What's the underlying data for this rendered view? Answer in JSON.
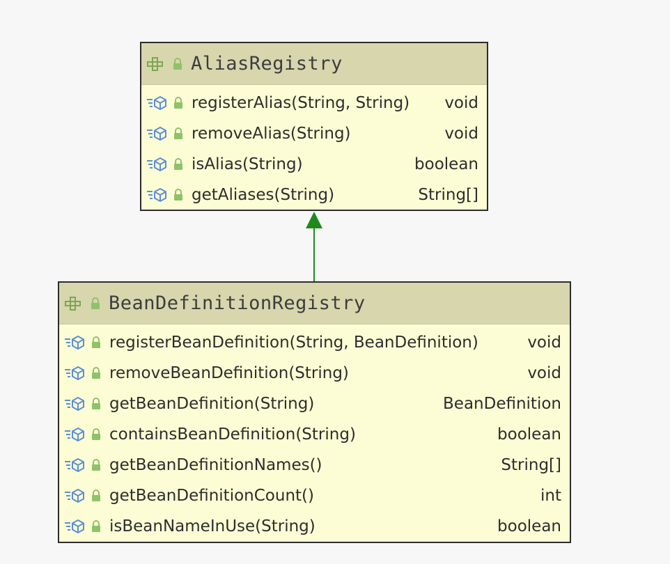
{
  "diagram": {
    "classes": [
      {
        "name": "AliasRegistry",
        "icon": "interface-icon",
        "members": [
          {
            "name": "registerAlias(String, String)",
            "type": "void"
          },
          {
            "name": "removeAlias(String)",
            "type": "void"
          },
          {
            "name": "isAlias(String)",
            "type": "boolean"
          },
          {
            "name": "getAliases(String)",
            "type": "String[]"
          }
        ]
      },
      {
        "name": "BeanDefinitionRegistry",
        "icon": "interface-icon",
        "members": [
          {
            "name": "registerBeanDefinition(String, BeanDefinition)",
            "type": "void"
          },
          {
            "name": "removeBeanDefinition(String)",
            "type": "void"
          },
          {
            "name": "getBeanDefinition(String)",
            "type": "BeanDefinition"
          },
          {
            "name": "containsBeanDefinition(String)",
            "type": "boolean"
          },
          {
            "name": "getBeanDefinitionNames()",
            "type": "String[]"
          },
          {
            "name": "getBeanDefinitionCount()",
            "type": "int"
          },
          {
            "name": "isBeanNameInUse(String)",
            "type": "boolean"
          }
        ]
      }
    ],
    "relations": [
      {
        "from": "BeanDefinitionRegistry",
        "to": "AliasRegistry",
        "kind": "extends"
      }
    ],
    "colors": {
      "header": "#d7d6ad",
      "body": "#fdfdd5",
      "border": "#2c2c2c",
      "arrow": "#1e8a1e",
      "lock": "#8fc26a",
      "method_icon": "#5b8fd6"
    }
  }
}
